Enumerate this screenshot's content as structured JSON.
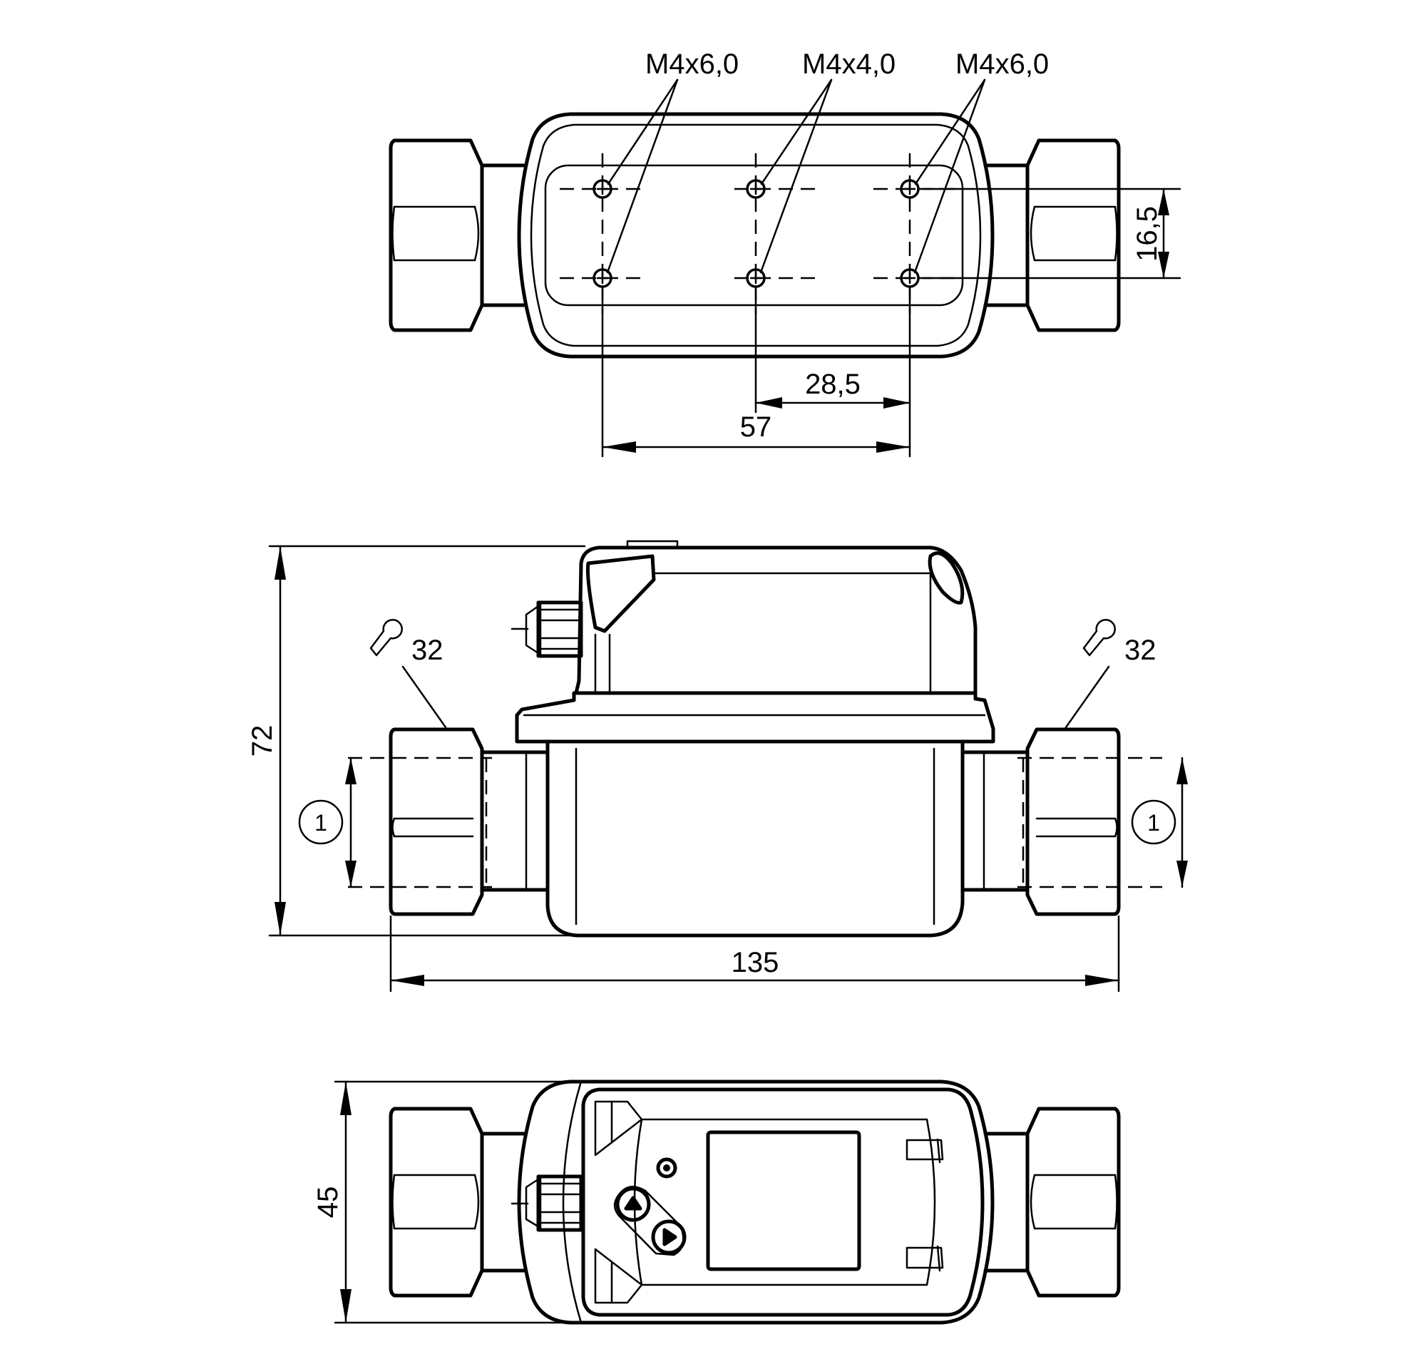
{
  "top_view": {
    "thread_labels": [
      "M4x6,0",
      "M4x4,0",
      "M4x6,0"
    ],
    "dim_hole_vertical": "16,5",
    "dim_hole_pitch": "28,5",
    "dim_hole_span": "57"
  },
  "side_view": {
    "dim_height": "72",
    "dim_length": "135",
    "wrench_size_left": "32",
    "wrench_size_right": "32",
    "callout_left": "1",
    "callout_right": "1"
  },
  "bottom_view": {
    "dim_width": "45"
  }
}
